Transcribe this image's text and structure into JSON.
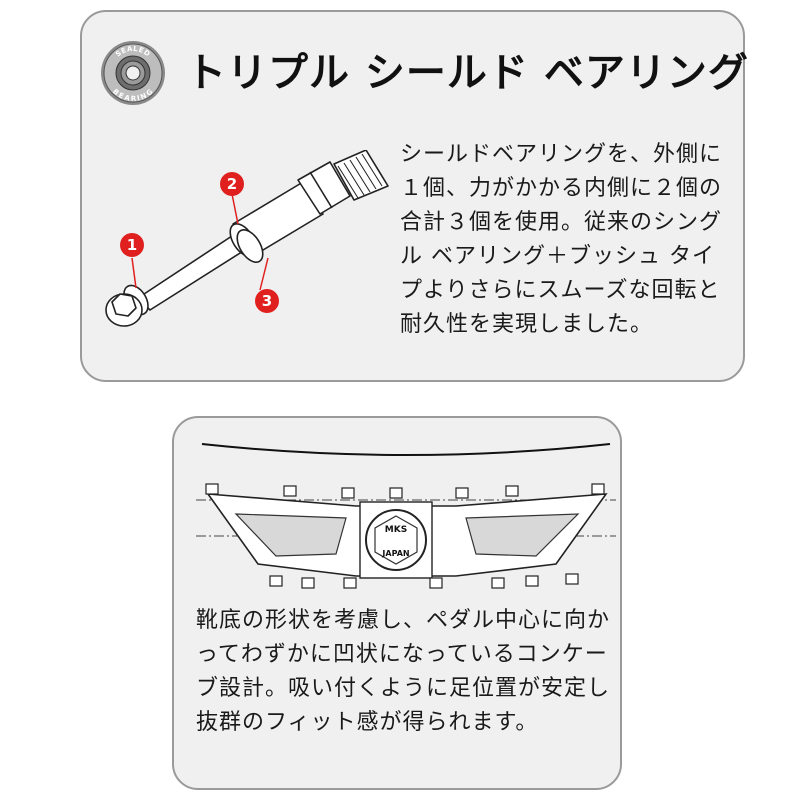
{
  "colors": {
    "panel_bg": "#f0f0f0",
    "panel_border": "#9a9a9a",
    "marker": "#e0201e",
    "text": "#1a1a1a"
  },
  "bearing_section": {
    "badge_icon": "sealed-bearing-icon",
    "badge_text_top": "SEALED",
    "badge_text_bottom": "BEARING",
    "title": "トリプル シールド ベアリング",
    "markers": [
      "1",
      "2",
      "3"
    ],
    "description": "シールドベアリングを、外側に１個、力がかかる内側に２個の合計３個を使用。従来のシングル ベアリング＋ブッシュ タイプよりさらにスムーズな回転と耐久性を実現しました。"
  },
  "concave_section": {
    "logo_text_top": "MKS",
    "logo_text_bottom": "JAPAN",
    "description": "靴底の形状を考慮し、ペダル中心に向かってわずかに凹状になっているコンケーブ設計。吸い付くように足位置が安定し抜群のフィット感が得られます。"
  }
}
